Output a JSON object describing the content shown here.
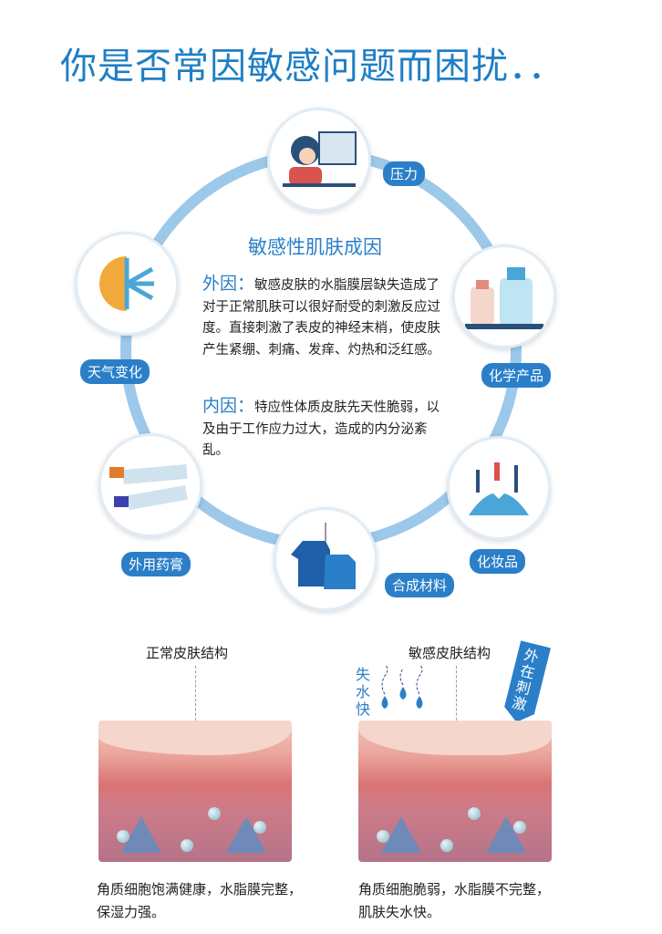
{
  "title": "你是否常因敏感问题而困扰．．",
  "center": {
    "title": "敏感性肌肤成因",
    "external_label": "外因：",
    "external_text": "敏感皮肤的水脂膜层缺失造成了对于正常肌肤可以很好耐受的刺激反应过度。直接刺激了表皮的神经末梢，使皮肤产生紧绷、刺痛、发痒、灼热和泛红感。",
    "internal_label": "内因：",
    "internal_text": "特应性体质皮肤先天性脆弱，以及由于工作应力过大，造成的内分泌紊乱。"
  },
  "causes": [
    {
      "label": "压力",
      "icon": "stress-person-icon"
    },
    {
      "label": "化学产品",
      "icon": "chemical-bottles-icon"
    },
    {
      "label": "化妆品",
      "icon": "cosmetics-icon"
    },
    {
      "label": "合成材料",
      "icon": "synthetic-clothes-icon"
    },
    {
      "label": "外用药膏",
      "icon": "ointment-tubes-icon"
    },
    {
      "label": "天气变化",
      "icon": "weather-sun-snow-icon"
    }
  ],
  "skin": {
    "normal_title": "正常皮肤结构",
    "sensitive_title": "敏感皮肤结构",
    "water_loss": "失水快",
    "external_stimulus": "外在刺激",
    "normal_desc": "角质细胞饱满健康，水脂膜完整，保湿力强。",
    "sensitive_desc": "角质细胞脆弱，水脂膜不完整，肌肤失水快。"
  }
}
